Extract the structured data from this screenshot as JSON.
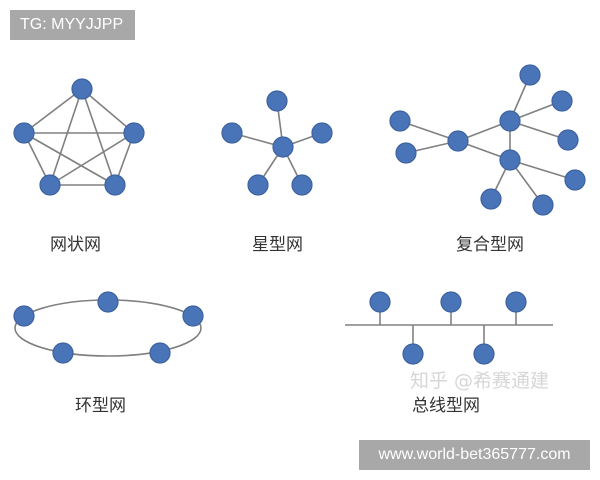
{
  "header": {
    "tg_badge": "TG: MYYJJPP"
  },
  "footer": {
    "url_badge": "www.world-bet365777.com"
  },
  "watermark": "知乎 @希赛通建",
  "colors": {
    "node_fill": "#4a74b8",
    "node_stroke": "#3d62a0",
    "edge": "#808080",
    "badge_bg": "#a8a8a8",
    "label": "#333333"
  },
  "topologies": [
    {
      "id": "mesh",
      "label": "网状网",
      "node_count": 5,
      "description": "full mesh of 5 nodes arranged in a pentagon"
    },
    {
      "id": "star",
      "label": "星型网",
      "node_count": 6,
      "description": "one hub connected to 5 nodes"
    },
    {
      "id": "composite",
      "label": "复合型网",
      "node_count": 11,
      "description": "three interconnected hubs with leaf nodes"
    },
    {
      "id": "ring",
      "label": "环型网",
      "node_count": 5,
      "description": "5 nodes on an elliptical ring"
    },
    {
      "id": "bus",
      "label": "总线型网",
      "node_count": 5,
      "description": "5 nodes attached to a horizontal bus line"
    }
  ]
}
